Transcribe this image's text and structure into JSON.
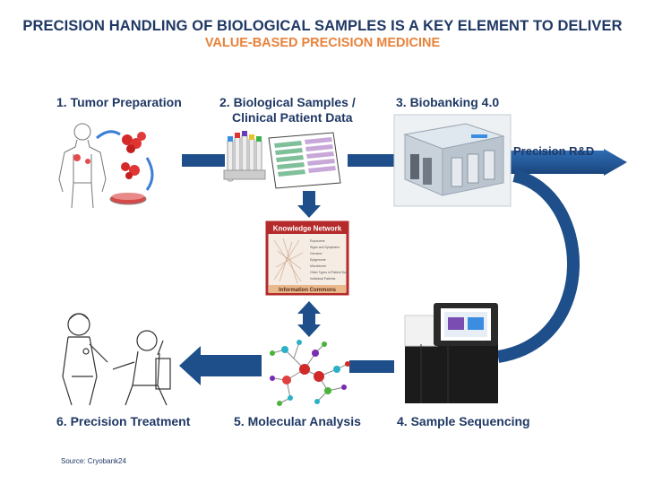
{
  "title": {
    "line1": "PRECISION HANDLING OF BIOLOGICAL SAMPLES IS A KEY ELEMENT TO DELIVER",
    "line2": "VALUE-BASED PRECISION MEDICINE"
  },
  "steps": {
    "s1": "1. Tumor Preparation",
    "s2a": "2. Biological Samples /",
    "s2b": "Clinical Patient Data",
    "s3": "3. Biobanking 4.0",
    "s4": "4. Sample Sequencing",
    "s5": "5. Molecular Analysis",
    "s6": "6. Precision Treatment"
  },
  "precision_rd": "Precision R&D",
  "knowledge_network": {
    "title": "Knowledge Network",
    "footer": "Information Commons",
    "items": [
      "Exposome",
      "Signs and Symptoms",
      "Genome",
      "Epigenome",
      "Microbiome",
      "Other Types of Patient Data",
      "Individual Patients"
    ]
  },
  "source": "Source: Cryobank24",
  "colors": {
    "navy": "#1f3864",
    "arrow_blue": "#1e4f8a",
    "orange": "#e8823a",
    "kn_red": "#b52a2a"
  }
}
